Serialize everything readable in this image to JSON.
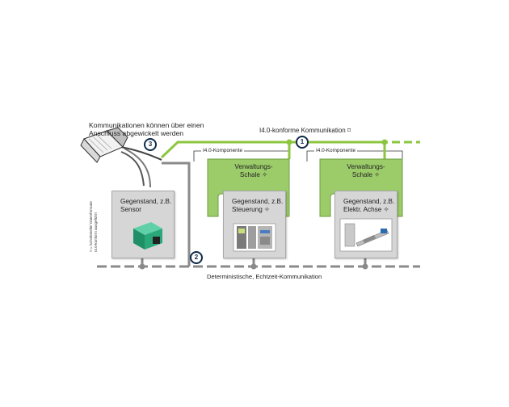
{
  "caption": {
    "line1": "Kommunikationen können über einen",
    "line2": "Anschluss abgewickelt werden"
  },
  "i40_communication_label": "I4.0-konforme Kommunikation ⌑",
  "realtime_communication_label": "Deterministische, Echtzeit-Kommunikation",
  "side_note": {
    "line1": "⌑ = Schnittstelle/ Datenformate",
    "line2": "I4.0-konform ausgeführt"
  },
  "markers": [
    "1",
    "2",
    "3"
  ],
  "component_label": "I4.0-Komponente",
  "shell_label": {
    "line1": "Verwaltungs-",
    "line2": "Schale ✧"
  },
  "things": [
    {
      "line1": "Gegenstand, z.B.",
      "line2": "Sensor"
    },
    {
      "line1": "Gegenstand, z.B.",
      "line2": "Steuerung ✧"
    },
    {
      "line1": "Gegenstand, z.B.",
      "line2": "Elektr. Achse ✧"
    }
  ],
  "colors": {
    "green_line": "#8cc63f",
    "shell_fill": "#9ccc6a",
    "shell_border": "#6e9e40",
    "gray_line": "#8a8a8a",
    "box_fill": "#d6d6d6",
    "marker_border": "#0f2a4a",
    "sensor_green": "#2aa87a"
  },
  "icons": [
    "ethernet-cable-icon",
    "sensor-device-icon",
    "controller-device-icon",
    "electric-axis-device-icon"
  ]
}
